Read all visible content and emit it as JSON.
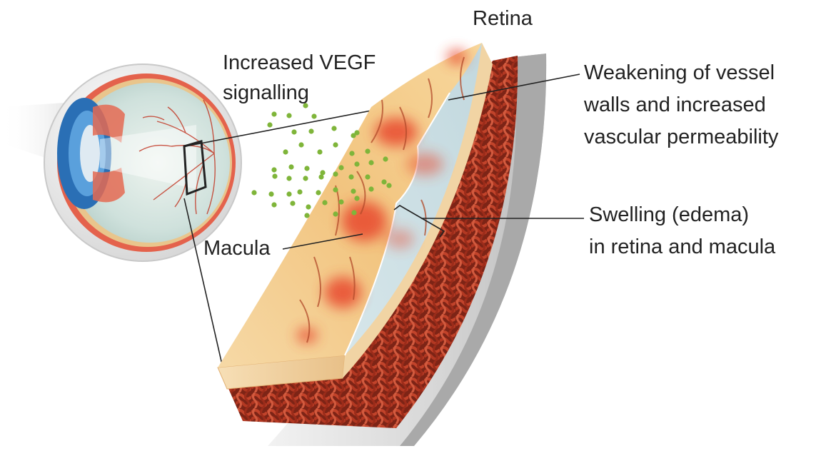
{
  "labels": {
    "retina": "Retina",
    "vegf_line1": "Increased VEGF",
    "vegf_line2": "signalling",
    "weakening_line1": "Weakening of vessel",
    "weakening_line2": "walls and increased",
    "weakening_line3": "vascular permeability",
    "macula": "Macula",
    "swelling_line1": "Swelling (edema)",
    "swelling_line2": "in retina and macula"
  },
  "colors": {
    "text": "#222222",
    "leader_line": "#222222",
    "vegf_particle": "#7fb53a",
    "retina_surface": "#f4c98a",
    "hemorrhage": "#e8492f",
    "edema_fluid": "#c9dde3",
    "choroid_vessels": "#a8321e",
    "sclera": "#d9d9d9",
    "iris": "#2a6fb5"
  },
  "vegf_particle_count": 50
}
